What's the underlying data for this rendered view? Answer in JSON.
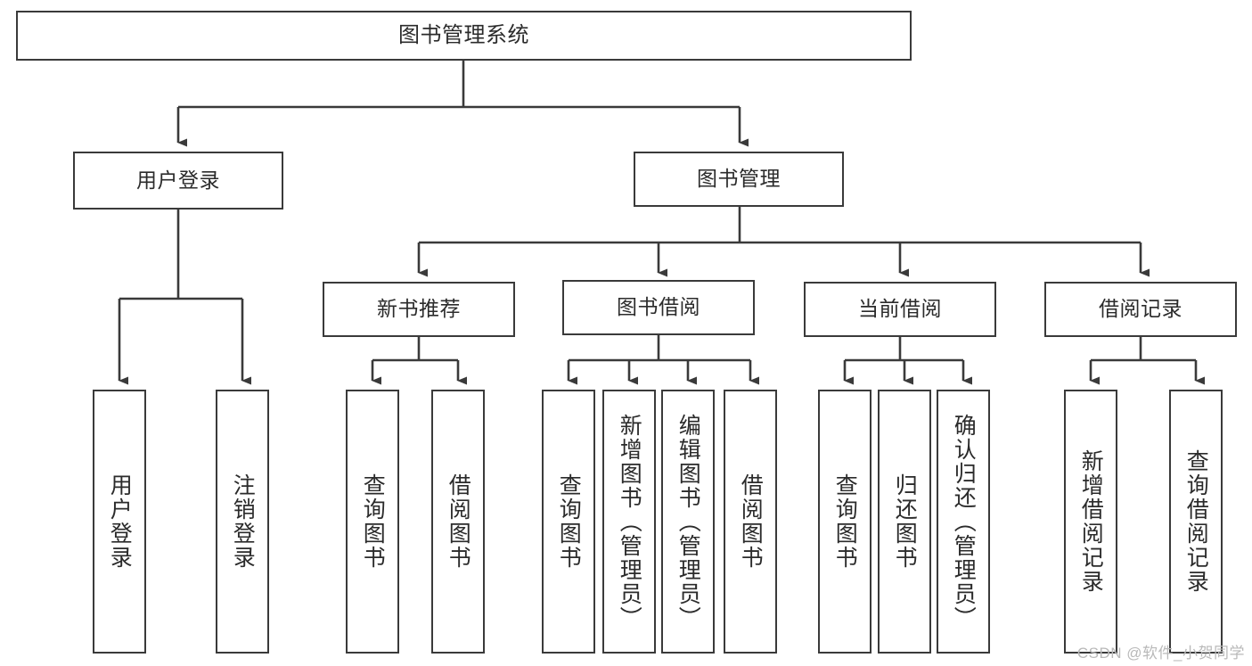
{
  "diagram": {
    "type": "tree",
    "title": "图书管理系统",
    "watermark": "CSDN @软件_小贺同学",
    "colors": {
      "background": "#ffffff",
      "stroke": "#3a3a3a",
      "text": "#2b2b2b",
      "watermark": "#b9b9b9"
    },
    "nodes": {
      "root": {
        "label": "图书管理系统"
      },
      "level1": [
        {
          "id": "user-login",
          "label": "用户登录"
        },
        {
          "id": "book-manage",
          "label": "图书管理"
        }
      ],
      "level2": [
        {
          "id": "new-book-recommend",
          "label": "新书推荐"
        },
        {
          "id": "book-borrow",
          "label": "图书借阅"
        },
        {
          "id": "current-borrow",
          "label": "当前借阅"
        },
        {
          "id": "borrow-record",
          "label": "借阅记录"
        }
      ],
      "leaves": {
        "user_login": [
          {
            "id": "leaf-user-login",
            "label": "用户登录"
          },
          {
            "id": "leaf-logout-login",
            "label": "注销登录"
          }
        ],
        "new_book_recommend": [
          {
            "id": "leaf-query-book-1",
            "label": "查询图书"
          },
          {
            "id": "leaf-borrow-book-1",
            "label": "借阅图书"
          }
        ],
        "book_borrow": [
          {
            "id": "leaf-query-book-2",
            "label": "查询图书"
          },
          {
            "id": "leaf-add-book",
            "label": "新增图书（管理员）"
          },
          {
            "id": "leaf-edit-book",
            "label": "编辑图书（管理员）"
          },
          {
            "id": "leaf-borrow-book-2",
            "label": "借阅图书"
          }
        ],
        "current_borrow": [
          {
            "id": "leaf-query-book-3",
            "label": "查询图书"
          },
          {
            "id": "leaf-return-book",
            "label": "归还图书"
          },
          {
            "id": "leaf-confirm-return",
            "label": "确认归还（管理员）"
          }
        ],
        "borrow_record": [
          {
            "id": "leaf-add-record",
            "label": "新增借阅记录"
          },
          {
            "id": "leaf-query-record",
            "label": "查询借阅记录"
          }
        ]
      }
    }
  }
}
